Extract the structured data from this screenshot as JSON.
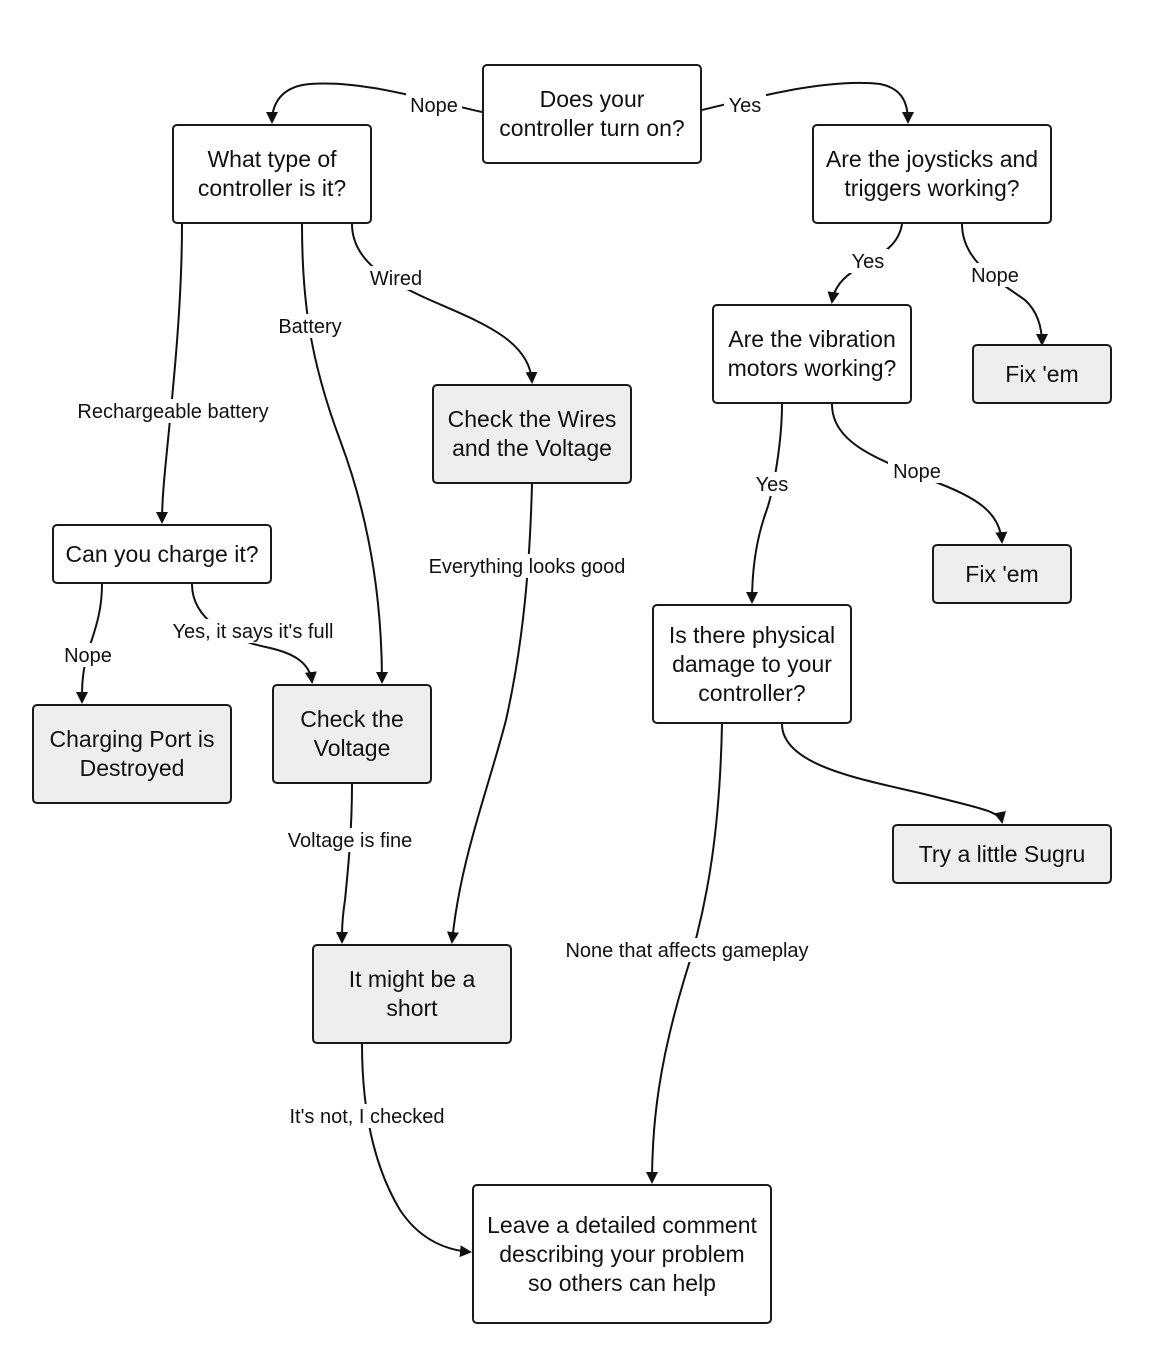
{
  "nodes": {
    "turn_on": "Does your\ncontroller turn on?",
    "type": "What type of\ncontroller is it?",
    "joysticks": "Are the joysticks and\ntriggers working?",
    "vibration": "Are the vibration\nmotors working?",
    "fix1": "Fix 'em",
    "fix2": "Fix 'em",
    "wires": "Check the Wires\nand the Voltage",
    "charge": "Can you charge it?",
    "port": "Charging Port is\nDestroyed",
    "voltage": "Check the\nVoltage",
    "damage": "Is there physical\ndamage to your\ncontroller?",
    "sugru": "Try a little Sugru",
    "short": "It might be a\nshort",
    "comment": "Leave a detailed comment\ndescribing your problem\nso others can help"
  },
  "edges": {
    "nope_turn_on": "Nope",
    "yes_turn_on": "Yes",
    "yes_joysticks": "Yes",
    "nope_joysticks": "Nope",
    "wired": "Wired",
    "battery": "Battery",
    "rechargeable": "Rechargeable battery",
    "yes_vibration": "Yes",
    "nope_vibration": "Nope",
    "everything_good": "Everything looks good",
    "charge_full": "Yes, it says it's full",
    "charge_nope": "Nope",
    "voltage_fine": "Voltage is fine",
    "none_affects": "None that affects gameplay",
    "not_checked": "It's not, I checked"
  }
}
